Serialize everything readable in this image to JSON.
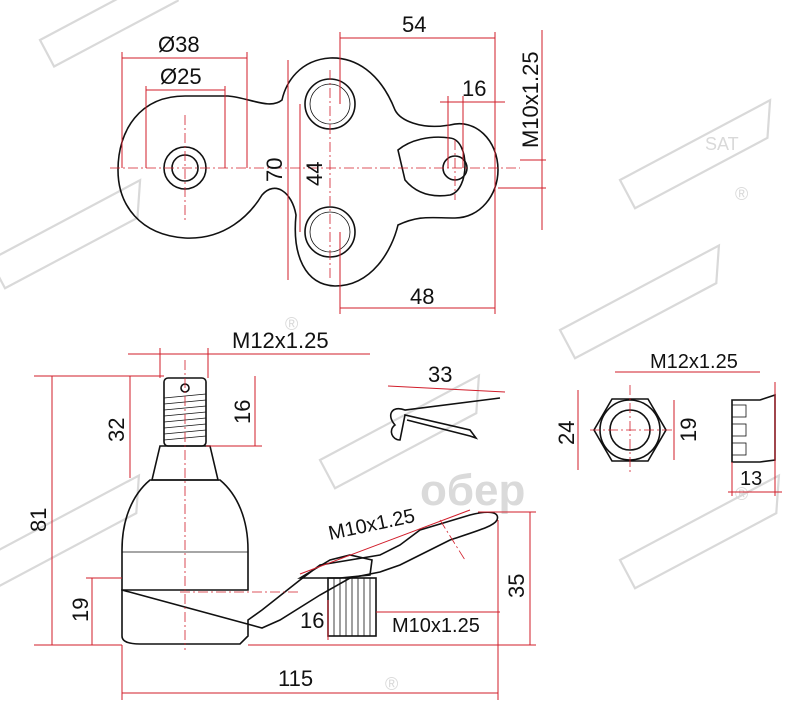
{
  "watermark": {
    "brand": "SAT",
    "registered_mark": "®",
    "overlay_brand": "oбeр"
  },
  "colors": {
    "dimension_lines": "#d11d2a",
    "outline": "#111111",
    "watermark": "#d9d9d9"
  },
  "top_view": {
    "outer_diameter": "Ø38",
    "inner_diameter": "Ø25",
    "width": "54",
    "bolt_hole": "16",
    "thread": "M10x1.25",
    "height": "70",
    "hole_spacing": "44",
    "offset": "48"
  },
  "side_view": {
    "stud_thread": "M12x1.25",
    "stud_length": "32",
    "thread_length": "16",
    "total_height": "81",
    "base_height": "19",
    "arm_thread_top": "M10x1.25",
    "arm_thread_bottom": "M10x1.25",
    "stud_width": "16",
    "arm_height": "35",
    "total_length": "115"
  },
  "pin": {
    "length": "33"
  },
  "nut": {
    "thread": "M12x1.25",
    "width": "24",
    "inner": "19",
    "thickness": "13"
  }
}
